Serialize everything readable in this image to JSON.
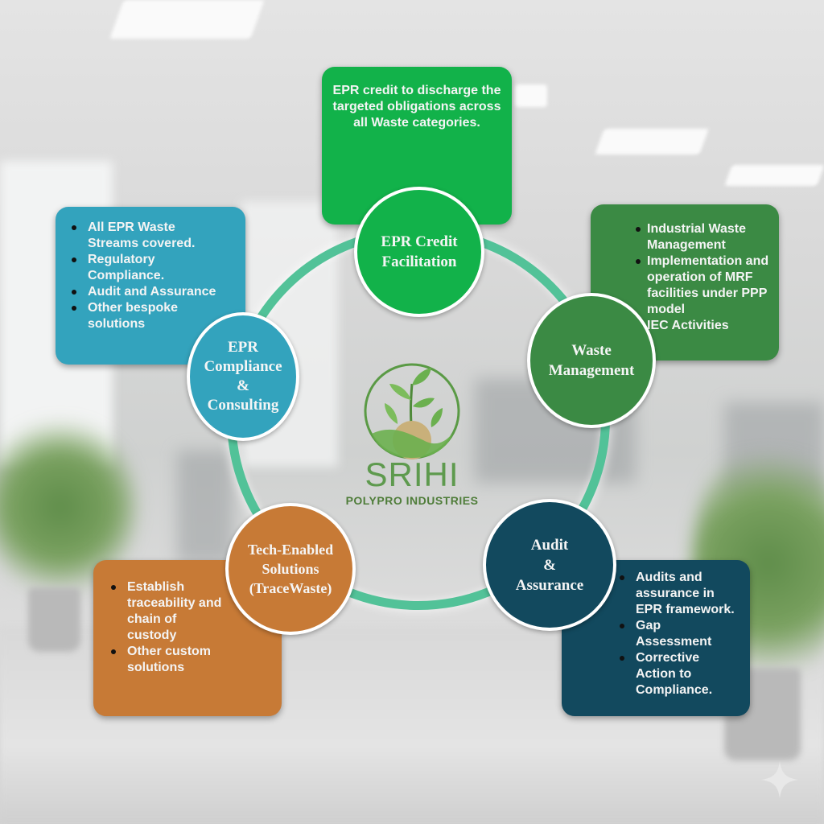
{
  "diagram": {
    "title_logo": {
      "brand": "SRIHI",
      "subtitle": "POLYPRO INDUSTRIES",
      "icon": "sprout-globe-icon"
    },
    "colors": {
      "ring": "#52c298",
      "epr_credit": "#12b24a",
      "waste_management": "#3b8a44",
      "epr_compliance": "#33a3bd",
      "tech_enabled": "#c77a36",
      "audit": "#12495e"
    },
    "nodes": [
      {
        "id": "epr-credit",
        "label": "EPR Credit\nFacilitation",
        "description": "EPR credit to discharge the targeted obligations across all Waste categories."
      },
      {
        "id": "waste-management",
        "label": "Waste\nManagement",
        "bullets": [
          "Industrial Waste Management",
          "Implementation and operation of MRF facilities under PPP model",
          "IEC Activities"
        ]
      },
      {
        "id": "epr-compliance",
        "label": "EPR\nCompliance\n&\nConsulting",
        "bullets": [
          "All EPR Waste Streams covered.",
          "Regulatory Compliance.",
          "Audit and Assurance",
          "Other bespoke solutions"
        ]
      },
      {
        "id": "tech-enabled",
        "label": "Tech-Enabled\nSolutions\n(TraceWaste)",
        "bullets": [
          "Establish traceability and chain of custody",
          "Other custom solutions"
        ]
      },
      {
        "id": "audit-assurance",
        "label": "Audit\n&\nAssurance",
        "bullets": [
          "Audits and assurance in EPR framework.",
          "Gap Assessment",
          "Corrective Action to Compliance."
        ]
      }
    ]
  },
  "watermark": {
    "icon": "sparkle-icon"
  }
}
